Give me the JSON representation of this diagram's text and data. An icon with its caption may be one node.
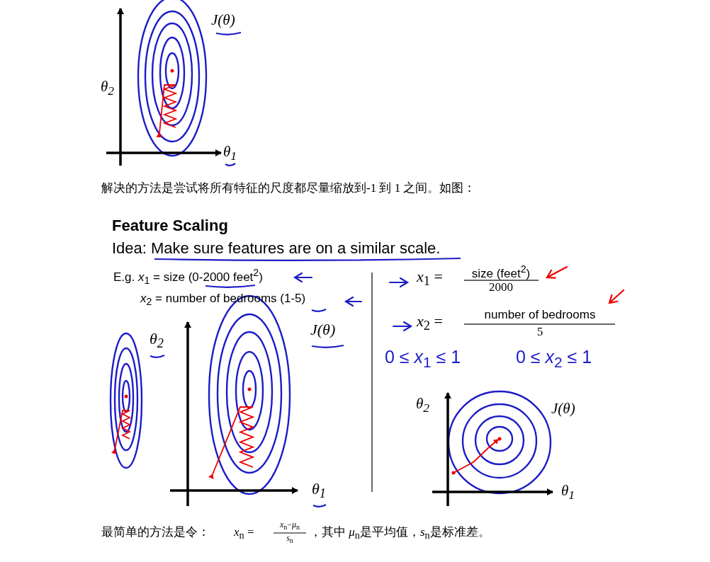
{
  "diagram": {
    "labels": [
      "J(θ)",
      "θ$_{2}$",
      "θ$_{1}$",
      "解决的方法是尝试将所有特征的尺度都尽量缩放到-1 到 1 之间。如图：",
      "Feature Scaling",
      "Idea: Make sure features are on a similar scale.",
      "E.g. *x*$_{1}$ = size (0-2000 feet$^{2}$)",
      "*x*$_{2}$ = number of bedrooms (1-5)",
      "θ$_{2}$",
      "J(θ)",
      "θ$_{1}$",
      "*x*$_{1}$ =",
      "size (feet$^{2}$)",
      "2000",
      "*x*$_{2}$ =",
      "number of bedrooms",
      "5",
      "0 ≤ *x*$_{1}$ ≤ 1",
      "0 ≤ *x*$_{2}$ ≤ 1",
      "θ$_{2}$",
      "J(θ)",
      "θ$_{1}$",
      "最简单的方法是令：",
      "*x*$_{n}$ =",
      "*x*$_{n}$−*μ*$_{n}$",
      "*s*$_{n}$",
      "，其中 *μ*$_{n}$是平均值，*s*$_{n}$是标准差。"
    ]
  }
}
